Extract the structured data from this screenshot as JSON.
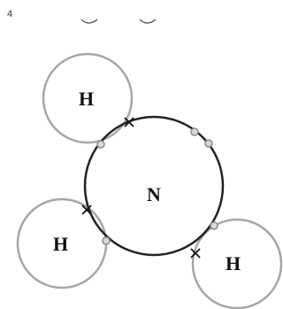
{
  "header": {
    "page_number": "4"
  },
  "diagram": {
    "central_atom": {
      "symbol": "N"
    },
    "outer_atoms": [
      {
        "symbol": "H"
      },
      {
        "symbol": "H"
      },
      {
        "symbol": "H"
      }
    ],
    "colors": {
      "central_ring": "#222222",
      "outer_ring": "#a6a6a6",
      "electron_dot": "#9a9a9a",
      "cross_mark": "#111111",
      "label": "#111111"
    }
  }
}
